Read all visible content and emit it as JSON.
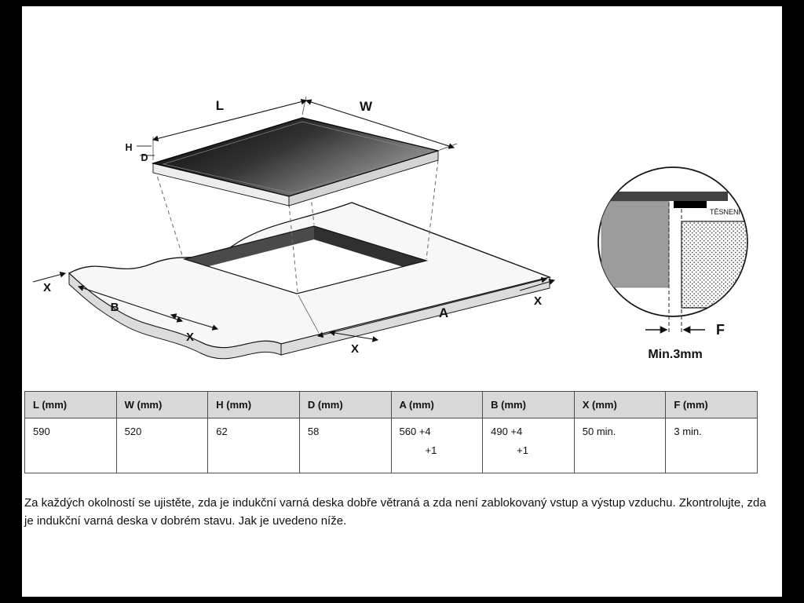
{
  "diagram": {
    "dim_L": "L",
    "dim_W": "W",
    "dim_H": "H",
    "dim_D": "D",
    "dim_A": "A",
    "dim_B": "B",
    "dim_X": "X",
    "dim_F": "F",
    "seal_label": "TĚSNENÍ",
    "min_gap_label": "Min.3mm"
  },
  "table": {
    "headers": [
      "L (mm)",
      "W (mm)",
      "H (mm)",
      "D (mm)",
      "A (mm)",
      "B (mm)",
      "X (mm)",
      "F (mm)"
    ],
    "values": {
      "L": "590",
      "W": "520",
      "H": "62",
      "D": "58",
      "A_line1": "560 +4",
      "A_line2": "+1",
      "B_line1": "490 +4",
      "B_line2": "+1",
      "X": "50 min.",
      "F": "3 min."
    }
  },
  "note": "Za každých okolností se ujistěte, zda je indukční varná deska dobře větraná a zda není zablokovaný vstup a výstup vzduchu. Zkontrolujte, zda je indukční varná deska v dobrém stavu. Jak je uvedeno níže."
}
